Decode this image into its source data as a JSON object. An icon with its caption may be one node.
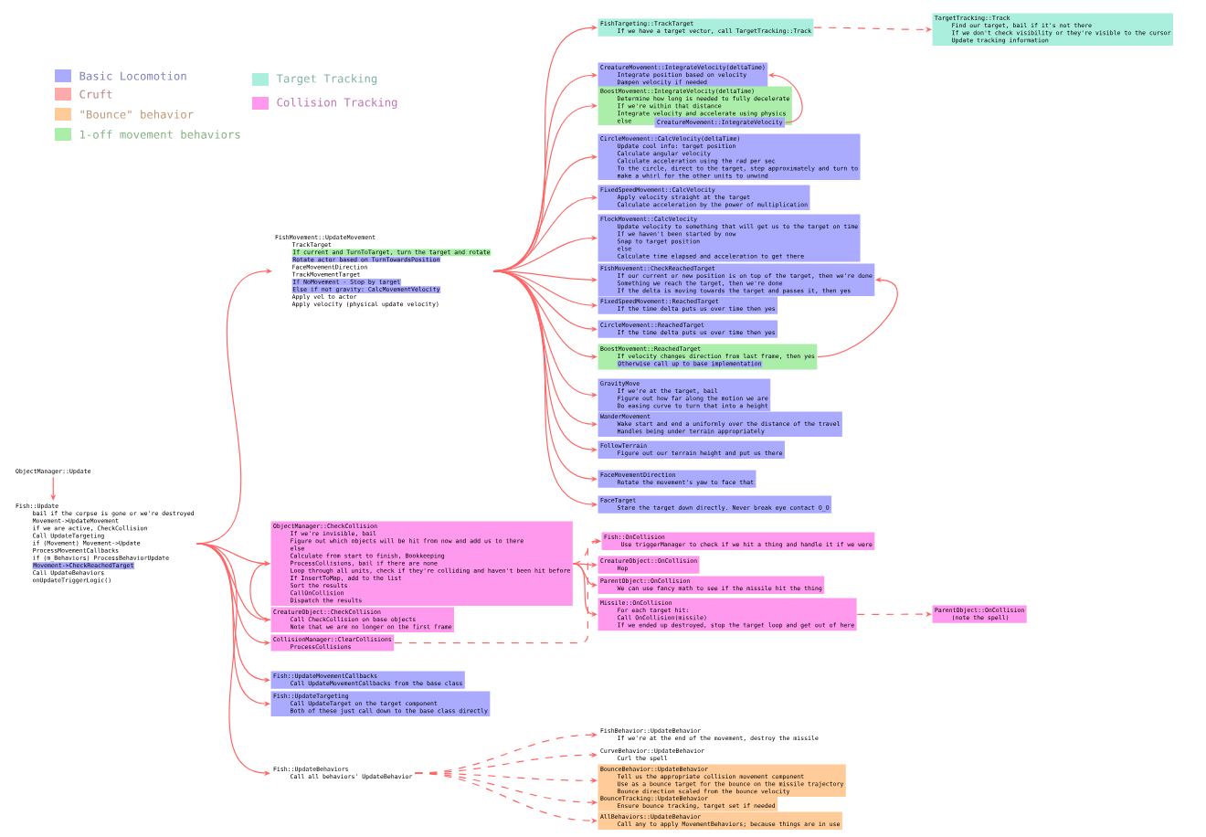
{
  "diagram": {
    "nodes": [
      {
        "text": [
          "ObjectManager::Update"
        ]
      },
      {
        "text": [
          "Fish::Update",
          "bail if the corpse is gone or we're destroyed",
          "Movement->UpdateMovement",
          "if we are active, CheckCollision",
          "Call UpdateTargeting",
          "if (Movement) Movement->Update",
          "ProcessMovementCallbacks",
          "if (m_Behaviors) ProcessBehaviorUpdate",
          "Movement->CheckReachedTarget",
          "Call UpdateBehaviors",
          "onUpdateTriggerLogic()"
        ]
      },
      {
        "text": [
          "FishMovement::UpdateMovement",
          "TrackTarget",
          "If current and TurnToTarget, turn the target and rotate",
          "Rotate actor based on TurnTowardsPosition",
          "FaceMovementDirection",
          "TrackMovementTarget",
          "If NoMovement - Stop by target",
          "Else if not gravity: CalcMovementVelocity",
          "Apply vel to actor",
          "Apply velocity (physical update velocity)"
        ]
      },
      {
        "text": [
          "FishTargeting::TrackTarget",
          "If we have a target vector, call TargetTracking::Track"
        ]
      },
      {
        "text": [
          "TargetTracking::Track",
          "Find our target, bail if it's not there",
          "If we don't check visibility or they're visible to the cursor",
          "Update tracking information"
        ]
      },
      {
        "text": [
          "CreatureMovement::IntegrateVelocity(deltaTime)",
          "Integrate position based on velocity",
          "Dampen velocity if needed"
        ]
      },
      {
        "text": [
          "BoostMovement::IntegrateVelocity(deltaTime)",
          "Determine how long is needed to fully decelerate",
          "If we're within that distance",
          "Integrate velocity and accelerate using physics",
          "else"
        ]
      },
      {
        "text": [
          "CreatureMovement::IntegrateVelocity"
        ]
      },
      {
        "text": [
          "CircleMovement::CalcVelocity(deltaTime)",
          "Update cool info: target position",
          "Calculate angular velocity",
          "Calculate acceleration using the rad per sec",
          "To the circle, direct to the target, step approximately and turn to",
          "make a whirl for the other units to unwind"
        ]
      },
      {
        "text": [
          "FixedSpeedMovement::CalcVelocity",
          "Apply velocity straight at the target",
          "Calculate acceleration by the power of multiplication"
        ]
      },
      {
        "text": [
          "FlockMovement::CalcVelocity",
          "Update velocity to something that will get us to the target on time",
          "If we haven't been started by now",
          "Snap to target position",
          "else",
          "Calculate time elapsed and acceleration to get there"
        ]
      },
      {
        "text": [
          "FishMovement::CheckReachedTarget",
          "If our current or new position is on top of the target, then we're done",
          "Something we reach the target, then we're done",
          "If the delta is moving towards the target and passes it, then yes"
        ]
      },
      {
        "text": [
          "FixedSpeedMovement::ReachedTarget",
          "If the time delta puts us over time then yes"
        ]
      },
      {
        "text": [
          "CircleMovement::ReachedTarget",
          "If the time delta puts us over time then yes"
        ]
      },
      {
        "text": [
          "BoostMovement::ReachedTarget",
          "If velocity changes direction from last frame, then yes",
          "Otherwise call up to base implementation"
        ]
      },
      {
        "text": [
          "GravityMove",
          "If we're at the target, bail",
          "Figure out how far along the motion we are",
          "Do easing curve to turn that into a height"
        ]
      },
      {
        "text": [
          "WanderMovement",
          "Wake start and end a uniformly over the distance of the travel",
          "Handles being under terrain appropriately"
        ]
      },
      {
        "text": [
          "FollowTerrain",
          "Figure out our terrain height and put us there"
        ]
      },
      {
        "text": [
          "FaceMovementDirection",
          "Rotate the movement's yaw to face that"
        ]
      },
      {
        "text": [
          "FaceTarget",
          "Stare the target down directly. Never break eye contact O_O"
        ]
      },
      {
        "text": [
          "ObjectManager::CheckCollision",
          "If we're invisible, bail",
          "Figure out which objects will be hit from now and add us to there",
          "else",
          "Calculate from start to finish, Bookkeeping",
          "ProcessCollisions, bail if there are none",
          "Loop through all units, check if they're colliding and haven't been hit before",
          "If InsertToMap, add to the list",
          "Sort the results",
          "CallOnCollision",
          "Dispatch the results"
        ]
      },
      {
        "text": [
          "CreatureObject::CheckCollision",
          "Call CheckCollision on base objects",
          "Note that we are no longer on the first frame"
        ]
      },
      {
        "text": [
          "CollisionManager::ClearCollisions",
          "ProcessCollisions"
        ]
      },
      {
        "text": [
          "Fish::UpdateMovementCallbacks",
          "Call UpdateMovementCallbacks from the base class"
        ]
      },
      {
        "text": [
          "Fish::UpdateTargeting",
          "Call UpdateTarget on the target component",
          "Both of these just call down to the base class directly"
        ]
      },
      {
        "text": [
          "Fish::UpdateBehaviors",
          "Call all behaviors' UpdateBehavior"
        ]
      },
      {
        "text": [
          "Fish::OnCollision",
          "Use triggerManager to check if we hit a thing and handle it if we were"
        ]
      },
      {
        "text": [
          "CreatureObject::OnCollision",
          "Hop"
        ]
      },
      {
        "text": [
          "ParentObject::OnCollision",
          "We can use fancy math to see if the missile hit the thing"
        ]
      },
      {
        "text": [
          "Missile::OnCollision",
          "For each target hit:",
          "Call OnCollision(missile)",
          "If we ended up destroyed, stop the target loop and get out of here"
        ]
      },
      {
        "text": [
          "ParentObject::OnCollision",
          "(note the spell)"
        ]
      },
      {
        "text": [
          "FishBehavior::UpdateBehavior",
          "If we're at the end of the movement, destroy the missile"
        ]
      },
      {
        "text": [
          "CurveBehavior::UpdateBehavior",
          "Curl the spell"
        ]
      },
      {
        "text": [
          "BounceBehavior::UpdateBehavior",
          "Tell us the appropriate collision movement component",
          "Use as a bounce target for the bounce on the missile trajectory",
          "Bounce direction scaled from the bounce velocity"
        ]
      },
      {
        "text": [
          "BounceTracking::UpdateBehavior",
          "Ensure bounce tracking, target set if needed"
        ]
      },
      {
        "text": [
          "AllBehaviors::UpdateBehavior",
          "Call any to apply MovementBehaviors; because things are in use"
        ]
      }
    ],
    "edges": [
      {
        "from": 0,
        "to": 1,
        "arrow": "to"
      },
      {
        "from": 1,
        "to": 2,
        "arrow": "to"
      },
      {
        "from": 2,
        "to": 3,
        "arrow": "to"
      },
      {
        "from": 3,
        "to": 4,
        "arrow": "to",
        "style": "dashed"
      },
      {
        "from": 2,
        "to": 5,
        "arrow": "to"
      },
      {
        "from": 2,
        "to": 6,
        "arrow": "to"
      },
      {
        "from": 2,
        "to": 8,
        "arrow": "to"
      },
      {
        "from": 2,
        "to": 9,
        "arrow": "to"
      },
      {
        "from": 2,
        "to": 10,
        "arrow": "to"
      },
      {
        "from": 7,
        "to": 5,
        "arrow": "to"
      },
      {
        "from": 2,
        "to": 11,
        "arrow": "to"
      },
      {
        "from": 2,
        "to": 12,
        "arrow": "to"
      },
      {
        "from": 2,
        "to": 13,
        "arrow": "to"
      },
      {
        "from": 2,
        "to": 14,
        "arrow": "to"
      },
      {
        "from": 14,
        "to": 11,
        "arrow": "to"
      },
      {
        "from": 2,
        "to": 15,
        "arrow": "to"
      },
      {
        "from": 2,
        "to": 16,
        "arrow": "to"
      },
      {
        "from": 2,
        "to": 17,
        "arrow": "to"
      },
      {
        "from": 2,
        "to": 18,
        "arrow": "to"
      },
      {
        "from": 2,
        "to": 19,
        "arrow": "to"
      },
      {
        "from": 1,
        "to": 20,
        "arrow": "to"
      },
      {
        "from": 1,
        "to": 21,
        "arrow": "to"
      },
      {
        "from": 1,
        "to": 22,
        "arrow": "to"
      },
      {
        "from": 21,
        "to": 20,
        "arrow": "to"
      },
      {
        "from": 20,
        "to": 26,
        "arrow": "to",
        "style": "dashed"
      },
      {
        "from": 20,
        "to": 27,
        "arrow": "to"
      },
      {
        "from": 20,
        "to": 28,
        "arrow": "to"
      },
      {
        "from": 20,
        "to": 29,
        "arrow": "to"
      },
      {
        "from": 22,
        "to": 26,
        "arrow": "to",
        "style": "dashed"
      },
      {
        "from": 29,
        "to": 30,
        "arrow": "to",
        "style": "dashed"
      },
      {
        "from": 1,
        "to": 23,
        "arrow": "to"
      },
      {
        "from": 1,
        "to": 24,
        "arrow": "to"
      },
      {
        "from": 1,
        "to": 25,
        "arrow": "to"
      },
      {
        "from": 25,
        "to": 31,
        "arrow": "to",
        "style": "dashed"
      },
      {
        "from": 25,
        "to": 32,
        "arrow": "to",
        "style": "dashed"
      },
      {
        "from": 25,
        "to": 33,
        "arrow": "to",
        "style": "dashed"
      },
      {
        "from": 25,
        "to": 34,
        "arrow": "to",
        "style": "dashed"
      },
      {
        "from": 25,
        "to": 35,
        "arrow": "to",
        "style": "dashed"
      }
    ],
    "legend": [
      {
        "text": "Basic Locomotion",
        "color": "#aaaaff"
      },
      {
        "text": "Cruft",
        "color": "#ffaaaa"
      },
      {
        "text": "\"Bounce\" behavior",
        "color": "#ffcc99"
      },
      {
        "text": "1-off movement behaviors",
        "color": "#aaeeaa"
      },
      {
        "text": "Target Tracking",
        "color": "#aaeedd"
      },
      {
        "text": "Collision Tracking",
        "color": "#ff99ee"
      }
    ]
  }
}
